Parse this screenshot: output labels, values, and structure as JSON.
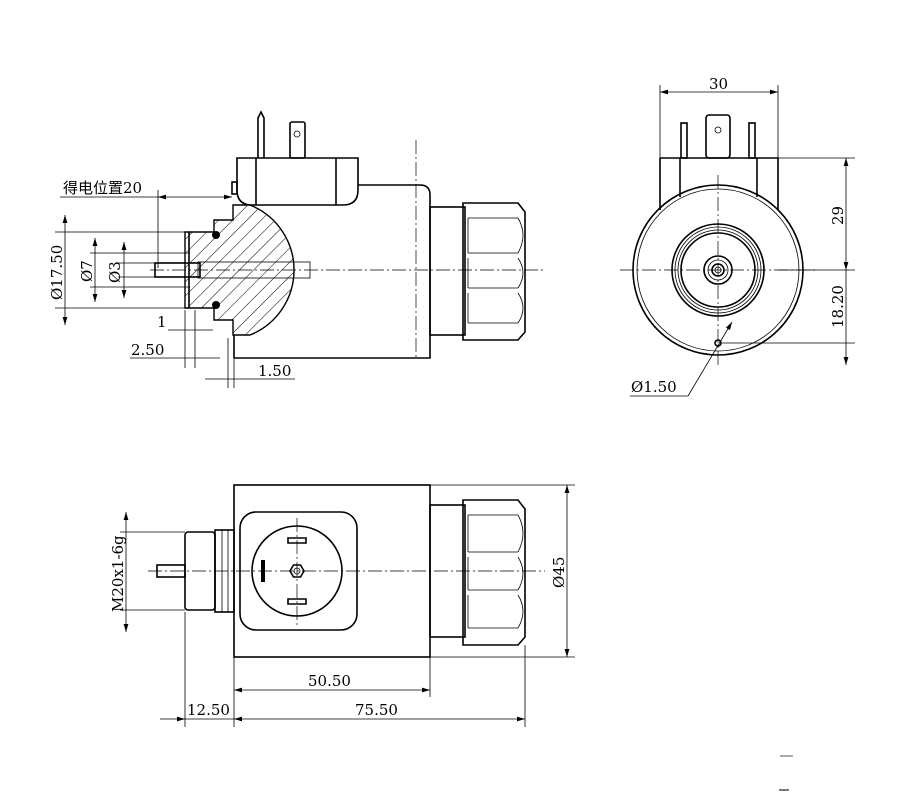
{
  "side_view": {
    "energized_position_label": "得电位置20",
    "dim_outer_diameter": "Ø17.50",
    "dim_mid_diameter": "Ø7",
    "dim_pin_diameter": "Ø3",
    "dim_1": "1",
    "dim_2_50": "2.50",
    "dim_1_50": "1.50"
  },
  "end_view": {
    "dim_width": "30",
    "dim_height_top": "29",
    "dim_height_bottom": "18.20",
    "dim_hole": "Ø1.50"
  },
  "top_view": {
    "dim_thread": "M20x1-6g",
    "dim_coil_diameter": "Ø45",
    "dim_body_length": "50.50",
    "dim_stub_length": "12.50",
    "dim_total_length": "75.50"
  }
}
